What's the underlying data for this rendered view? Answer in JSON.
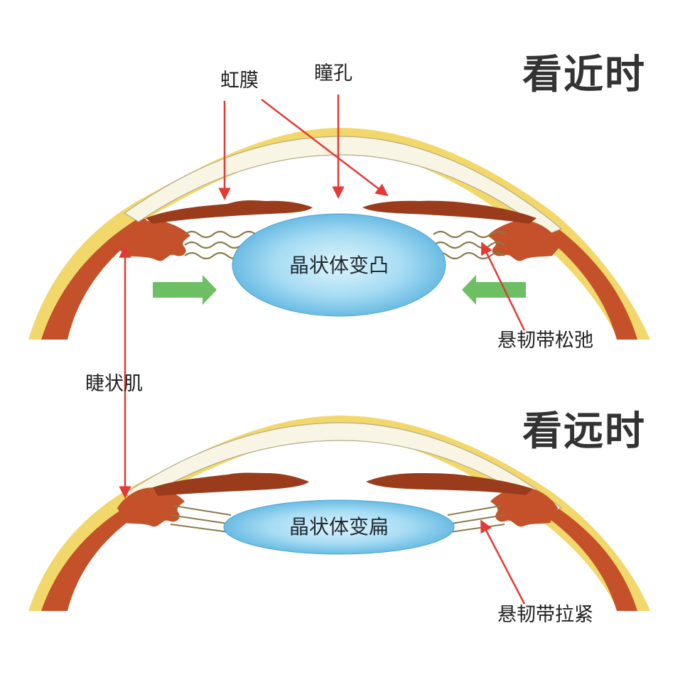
{
  "titles": {
    "near": "看近时",
    "far": "看远时"
  },
  "labels": {
    "iris": "虹膜",
    "pupil": "瞳孔",
    "ciliary_muscle": "睫状肌",
    "zonule_relaxed": "悬韧带松弛",
    "zonule_tight": "悬韧带拉紧"
  },
  "lens": {
    "near": "晶状体变凸",
    "far": "晶状体变扁"
  },
  "colors": {
    "sclera_outer": "#f2d86a",
    "cornea": "#f8f5e4",
    "choroid": "#c5512a",
    "iris": "#9a3c1c",
    "lens_center": "#d8f1fb",
    "lens_edge": "#5fb5e2",
    "arrow_red": "#e53935",
    "arrow_green": "#6cc063",
    "zonule": "#8a7a4a"
  }
}
